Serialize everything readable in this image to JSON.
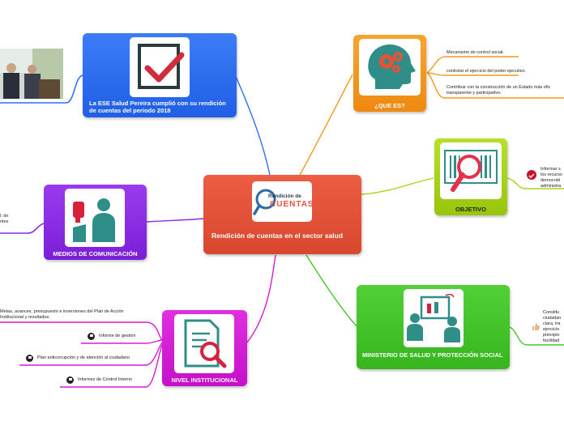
{
  "central": {
    "title": "Rendición de cuentas en el sector salud",
    "logo_line1": "Rendición de",
    "logo_line2": "CUENTAS",
    "color": "#e5523a"
  },
  "branches": {
    "ese": {
      "label": "La ESE Salud Pereira cumplió con su rendición de cuentas del periodo 2018",
      "color": "#2f6ff3"
    },
    "que_es": {
      "label": "¿QUE ES?",
      "color": "#f39a1c"
    },
    "objetivo": {
      "label": "OBJETIVO",
      "color": "#a6d612"
    },
    "ministerio": {
      "label": "MINISTERIO DE SALUD Y PROTECCIÓN SOCIAL",
      "color": "#44c52a"
    },
    "nivel": {
      "label": "NIVEL INSTITUCIONAL",
      "color": "#d81ad6"
    },
    "medios": {
      "label": "MEDIOS DE COMUNICACIÓN",
      "color": "#8a2be2"
    }
  },
  "que_es_items": [
    "Mecanismo de control social.",
    "controlar el ejercicio del poder ejecutivo.",
    "Contribuir con la construcción de un Estado más efic",
    "transparente y participativo."
  ],
  "objetivo_items": [
    "Informar s",
    "los recurso",
    "democráti",
    "administra"
  ],
  "ministerio_items": [
    "Constitu",
    "ciudadan",
    "clara, tra",
    "ejercicio",
    "principio",
    "facilidad"
  ],
  "nivel_items": [
    "Metas, avances, presupuesto e inversiones del Plan de Acción",
    "Institucional y resultados.",
    "Informe de gestión",
    "Plan anticorrupción y de atención al ciudadano",
    "Informes de Control Interno"
  ],
  "medios_items": [
    "l; de",
    "ntes"
  ],
  "colors": {
    "ese": "#2f6ff3",
    "que_es": "#f39a1c",
    "objetivo": "#a6d612",
    "ministerio": "#44c52a",
    "nivel": "#d81ad6",
    "medios": "#8a2be2"
  }
}
